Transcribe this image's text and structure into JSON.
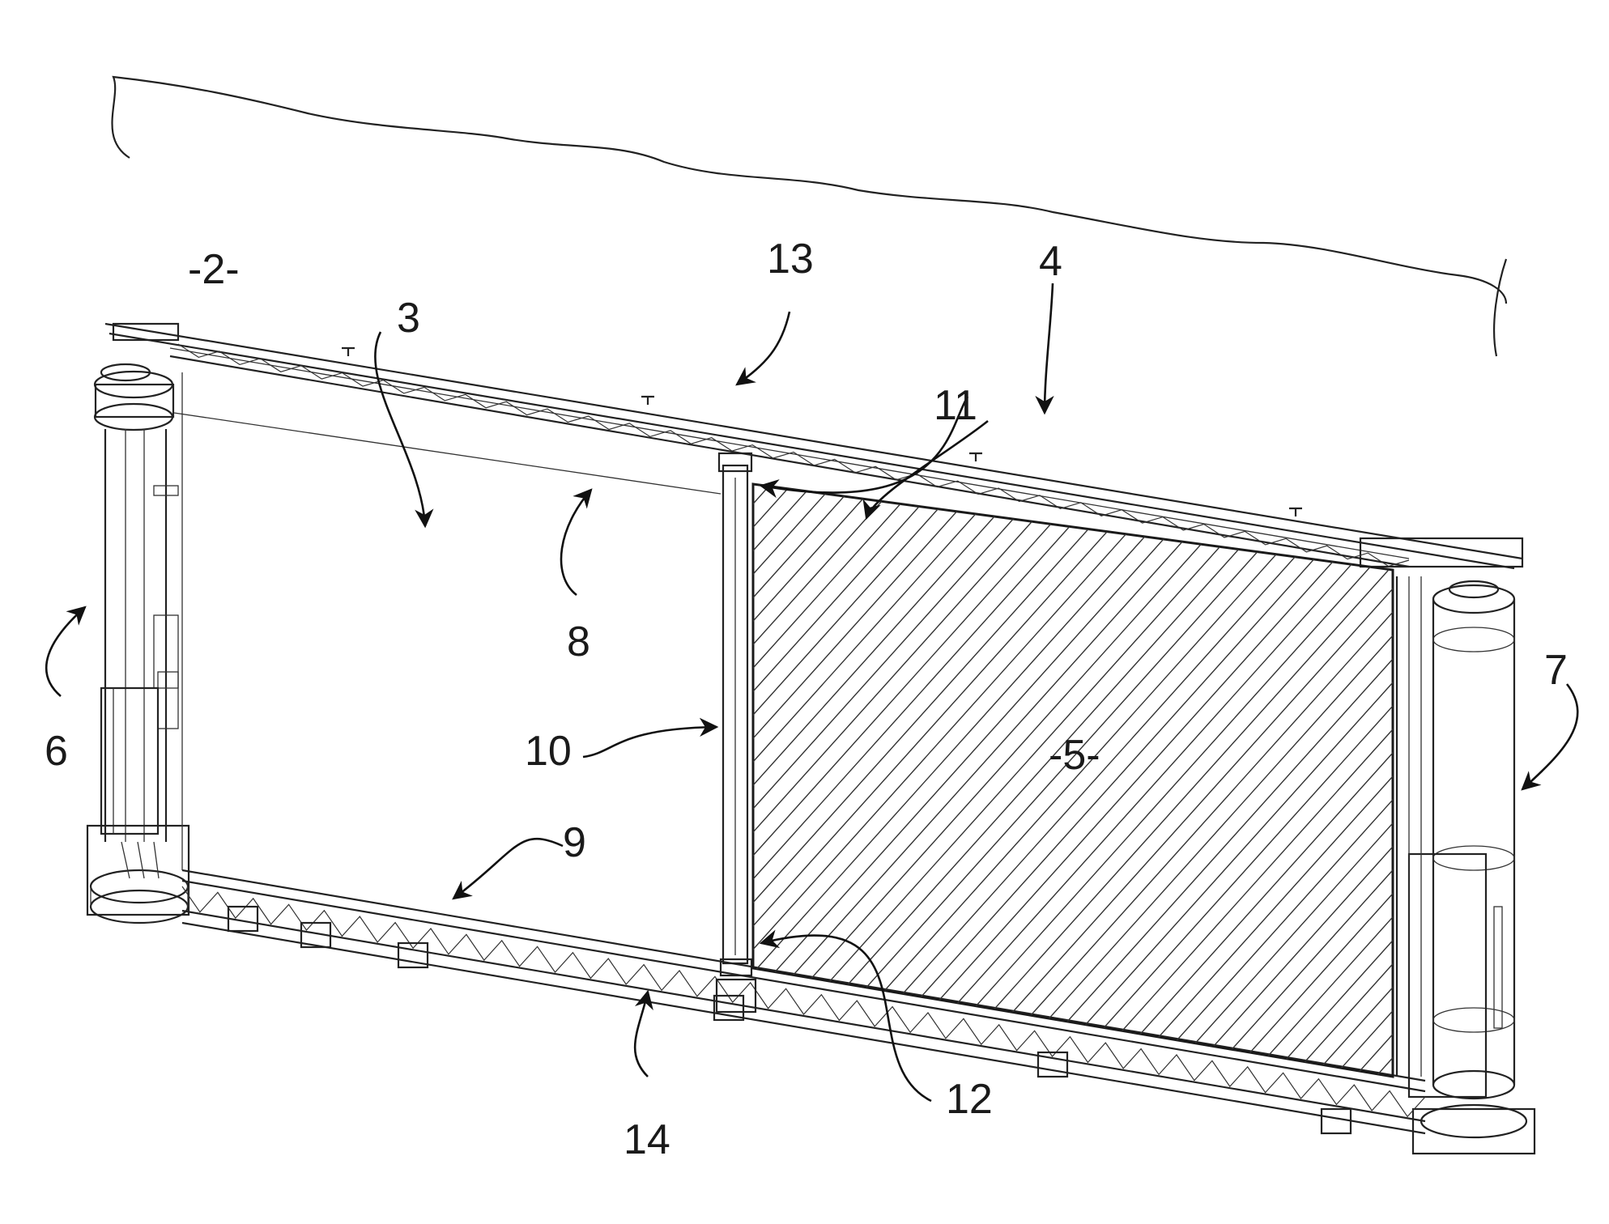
{
  "figure": {
    "labels": {
      "zone_left": "-2-",
      "panel_left": "3",
      "structure": "4",
      "zone_right": "-5-",
      "roller_left": "6",
      "roller_right": "7",
      "top_edge": "8",
      "bottom_edge": "9",
      "divider_post": "10",
      "upper_joint": "11",
      "lower_joint": "12",
      "top_carriage": "13",
      "bottom_rail": "14"
    },
    "colors": {
      "ink": "#1a1a1a",
      "background": "#ffffff"
    }
  }
}
